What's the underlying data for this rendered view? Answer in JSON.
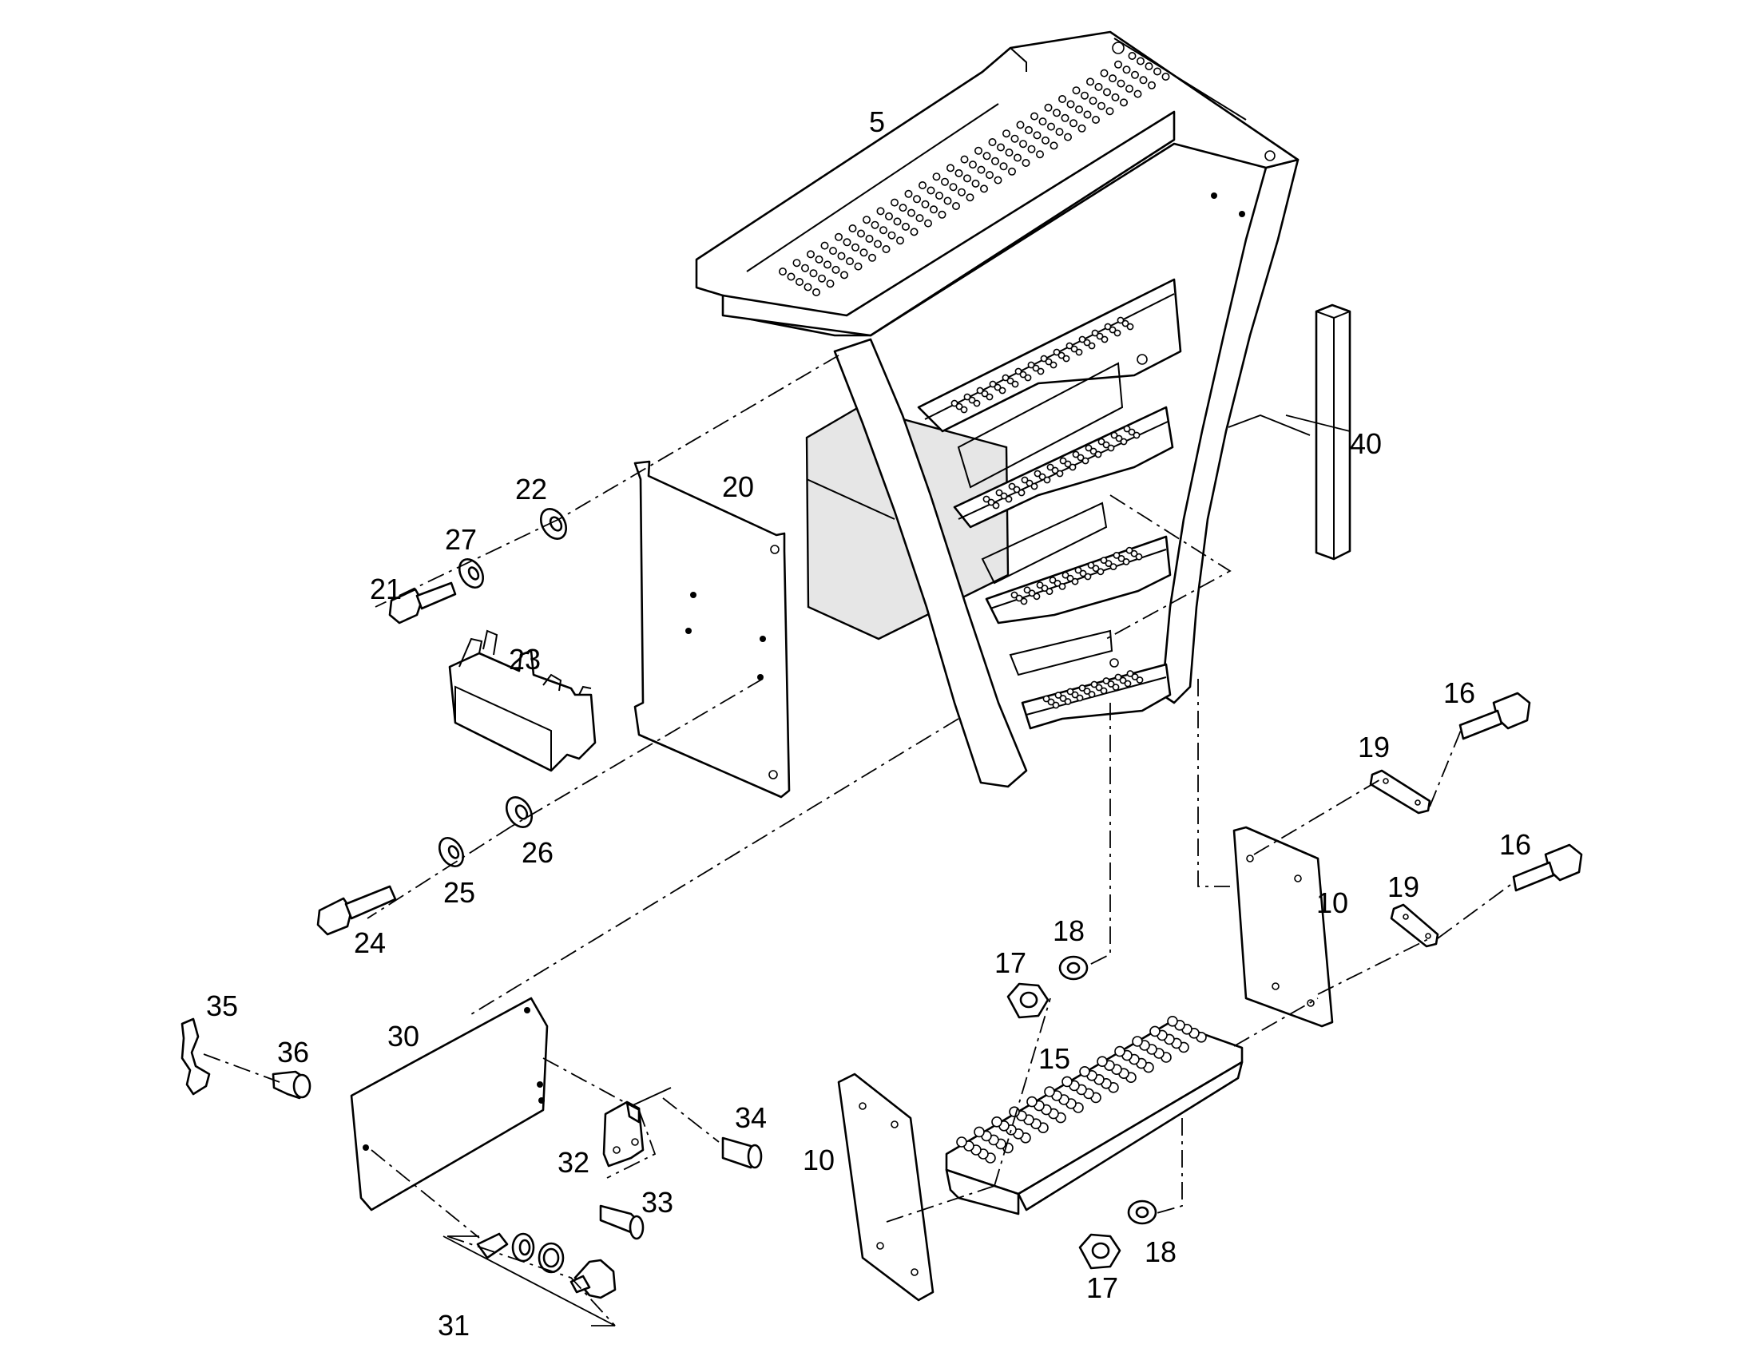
{
  "diagram": {
    "callouts": [
      {
        "key": "c5",
        "text": "5"
      },
      {
        "key": "c40",
        "text": "40"
      },
      {
        "key": "c20",
        "text": "20"
      },
      {
        "key": "c22",
        "text": "22"
      },
      {
        "key": "c27",
        "text": "27"
      },
      {
        "key": "c21",
        "text": "21"
      },
      {
        "key": "c23",
        "text": "23"
      },
      {
        "key": "c26",
        "text": "26"
      },
      {
        "key": "c25",
        "text": "25"
      },
      {
        "key": "c24",
        "text": "24"
      },
      {
        "key": "c16a",
        "text": "16"
      },
      {
        "key": "c19a",
        "text": "19"
      },
      {
        "key": "c16b",
        "text": "16"
      },
      {
        "key": "c19b",
        "text": "19"
      },
      {
        "key": "c10a",
        "text": "10"
      },
      {
        "key": "c18a",
        "text": "18"
      },
      {
        "key": "c17a",
        "text": "17"
      },
      {
        "key": "c35",
        "text": "35"
      },
      {
        "key": "c36",
        "text": "36"
      },
      {
        "key": "c30",
        "text": "30"
      },
      {
        "key": "c15",
        "text": "15"
      },
      {
        "key": "c34",
        "text": "34"
      },
      {
        "key": "c32",
        "text": "32"
      },
      {
        "key": "c33",
        "text": "33"
      },
      {
        "key": "c10b",
        "text": "10"
      },
      {
        "key": "c18b",
        "text": "18"
      },
      {
        "key": "c17b",
        "text": "17"
      },
      {
        "key": "c31",
        "text": "31"
      }
    ]
  }
}
